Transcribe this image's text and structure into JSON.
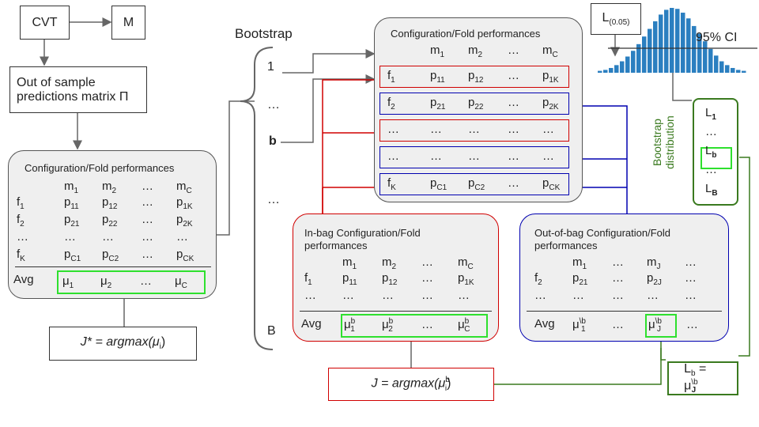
{
  "top": {
    "cvt": "CVT",
    "m": "M",
    "oos_line1": "Out of sample",
    "oos_line2": "predictions matrix Π",
    "bootstrap": "Bootstrap",
    "idx_1": "1",
    "idx_dots1": "…",
    "idx_b": "b",
    "idx_dots2": "…",
    "idx_B": "B",
    "jstar": "J* = argmax(μ",
    "jstar_sub": "i",
    "jstar_close": ")",
    "j_formula": "J = argmax(μ",
    "j_sup": "b",
    "j_sub": "i",
    "j_close": ")",
    "lb_formula": "L",
    "lb_sub": "b",
    "lb_eq": " = μ",
    "lb_sup": "\\b",
    "lb_sub2": "J",
    "l005": "L",
    "l005_sub": "(0.05)",
    "ci": "95% CI",
    "boot_dist_line1": "Bootstrap",
    "boot_dist_line2": "distribution"
  },
  "left_panel": {
    "title": "Configuration/Fold performances",
    "header": [
      "m",
      "1",
      "m",
      "2",
      "…",
      "",
      "m",
      "C"
    ],
    "rows": [
      [
        "f",
        "1",
        "p",
        "11",
        "p",
        "12",
        "…",
        "",
        "p",
        "1K"
      ],
      [
        "f",
        "2",
        "p",
        "21",
        "p",
        "22",
        "…",
        "",
        "p",
        "2K"
      ],
      [
        "…",
        "",
        "…",
        "",
        "…",
        "",
        "…",
        "",
        "…",
        ""
      ],
      [
        "f",
        "K",
        "p",
        "C1",
        "p",
        "C2",
        "…",
        "",
        "p",
        "CK"
      ]
    ],
    "avg_label": "Avg",
    "avg": [
      "μ",
      "1",
      "μ",
      "2",
      "…",
      "",
      "μ",
      "C"
    ]
  },
  "center_panel": {
    "title": "Configuration/Fold performances",
    "header": [
      "m",
      "1",
      "m",
      "2",
      "…",
      "",
      "m",
      "C"
    ],
    "rows": [
      [
        "f",
        "1",
        "p",
        "11",
        "p",
        "12",
        "…",
        "",
        "p",
        "1K"
      ],
      [
        "f",
        "2",
        "p",
        "21",
        "p",
        "22",
        "…",
        "",
        "p",
        "2K"
      ],
      [
        "…",
        "",
        "…",
        "",
        "…",
        "",
        "…",
        "",
        "…",
        ""
      ],
      [
        "…",
        "",
        "…",
        "",
        "…",
        "",
        "…",
        "",
        "…",
        ""
      ],
      [
        "f",
        "K",
        "p",
        "C1",
        "p",
        "C2",
        "…",
        "",
        "p",
        "CK"
      ]
    ]
  },
  "inbag_panel": {
    "title_line1": "In-bag Configuration/Fold",
    "title_line2": "performances",
    "header": [
      "m",
      "1",
      "m",
      "2",
      "…",
      "",
      "m",
      "C"
    ],
    "rows": [
      [
        "f",
        "1",
        "p",
        "11",
        "p",
        "12",
        "…",
        "",
        "p",
        "1K"
      ],
      [
        "…",
        "",
        "…",
        "",
        "…",
        "",
        "…",
        "",
        "…",
        ""
      ]
    ],
    "avg_label": "Avg",
    "avg": [
      "μ",
      "b",
      "1",
      "μ",
      "b",
      "2",
      "…",
      "",
      "",
      "μ",
      "b",
      "C"
    ]
  },
  "oob_panel": {
    "title_line1": "Out-of-bag Configuration/Fold",
    "title_line2": "performances",
    "header": [
      "m",
      "1",
      "…",
      "",
      "m",
      "J",
      "…",
      ""
    ],
    "rows": [
      [
        "f",
        "2",
        "p",
        "21",
        "…",
        "",
        "p",
        "2J",
        "…",
        ""
      ],
      [
        "…",
        "",
        "…",
        "",
        "…",
        "",
        "…",
        "",
        "…",
        ""
      ]
    ],
    "avg_label": "Avg",
    "avg": [
      "μ",
      "\\b",
      "1",
      "…",
      "",
      "",
      "μ",
      "\\b",
      "J",
      "…",
      "",
      ""
    ]
  },
  "dist_panel": {
    "items": [
      {
        "main": "L",
        "sub": "1"
      },
      {
        "main": "…",
        "sub": ""
      },
      {
        "main": "L",
        "sub": "b"
      },
      {
        "main": "…",
        "sub": ""
      },
      {
        "main": "L",
        "sub": "B"
      }
    ]
  },
  "colors": {
    "inbag": "#d00000",
    "oob": "#0000b0",
    "avg_highlight": "#2ee02e",
    "dist": "#3a7a1f",
    "hist": "#2b7fc0"
  },
  "histogram": {
    "values": [
      2,
      3,
      5,
      8,
      12,
      17,
      23,
      30,
      38,
      46,
      54,
      61,
      66,
      68,
      67,
      63,
      57,
      49,
      41,
      33,
      25,
      18,
      12,
      8,
      5,
      3,
      2
    ]
  }
}
